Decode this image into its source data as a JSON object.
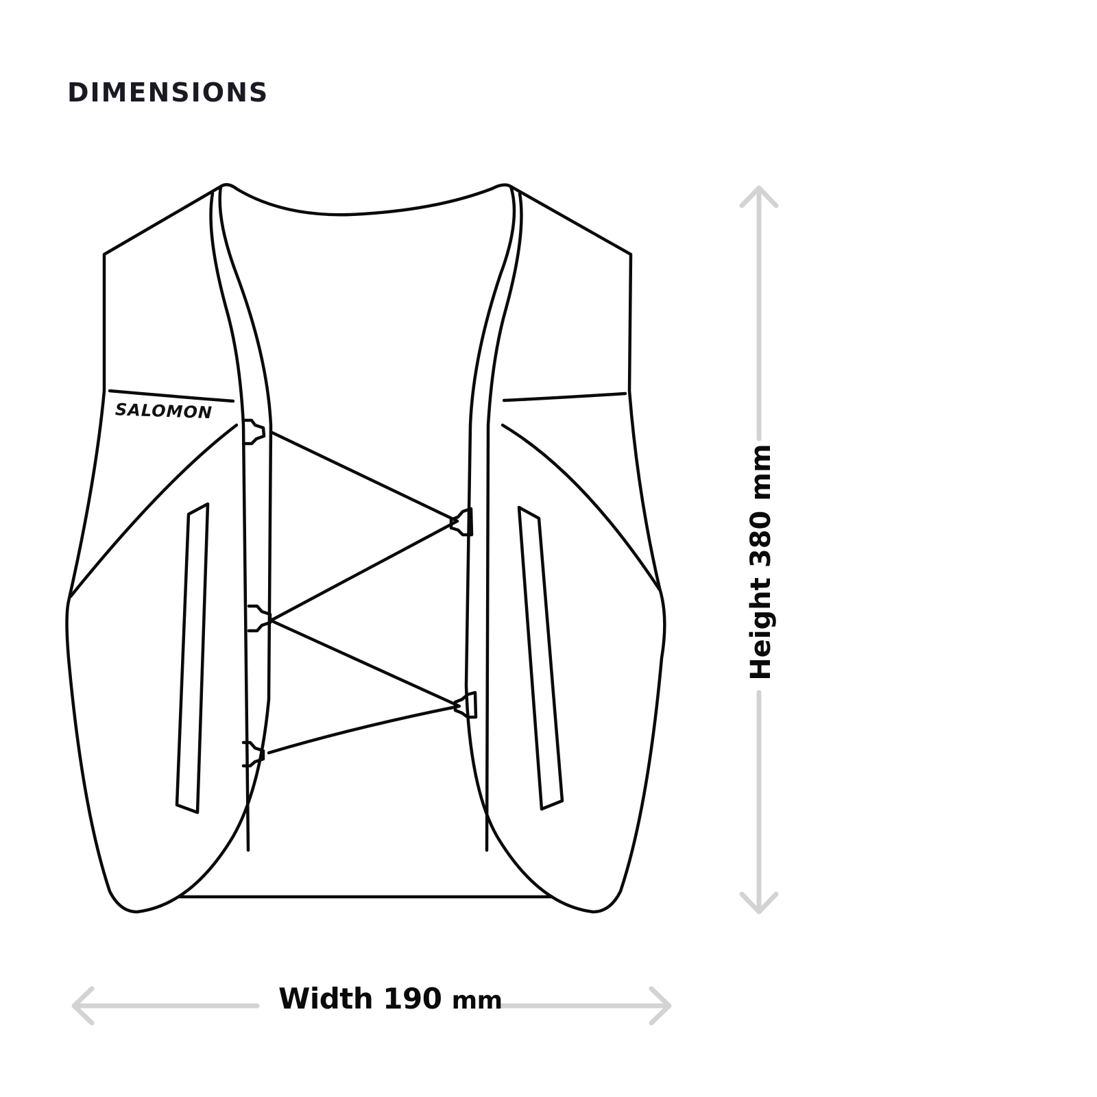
{
  "header": {
    "title": "DIMENSIONS"
  },
  "product": {
    "brand_logo_text": "SALOMON",
    "illustration": "running-vest-outline"
  },
  "dimensions": {
    "width": {
      "label": "Width",
      "value": "190",
      "unit": "mm",
      "arrow_direction": "horizontal"
    },
    "height": {
      "label": "Height",
      "value": "380",
      "unit": "mm",
      "arrow_direction": "vertical"
    }
  },
  "colors": {
    "outline": "#0a0a0a",
    "dimension_arrow": "#d3d3d3",
    "title_text": "#1a1a22",
    "background": "#ffffff"
  }
}
